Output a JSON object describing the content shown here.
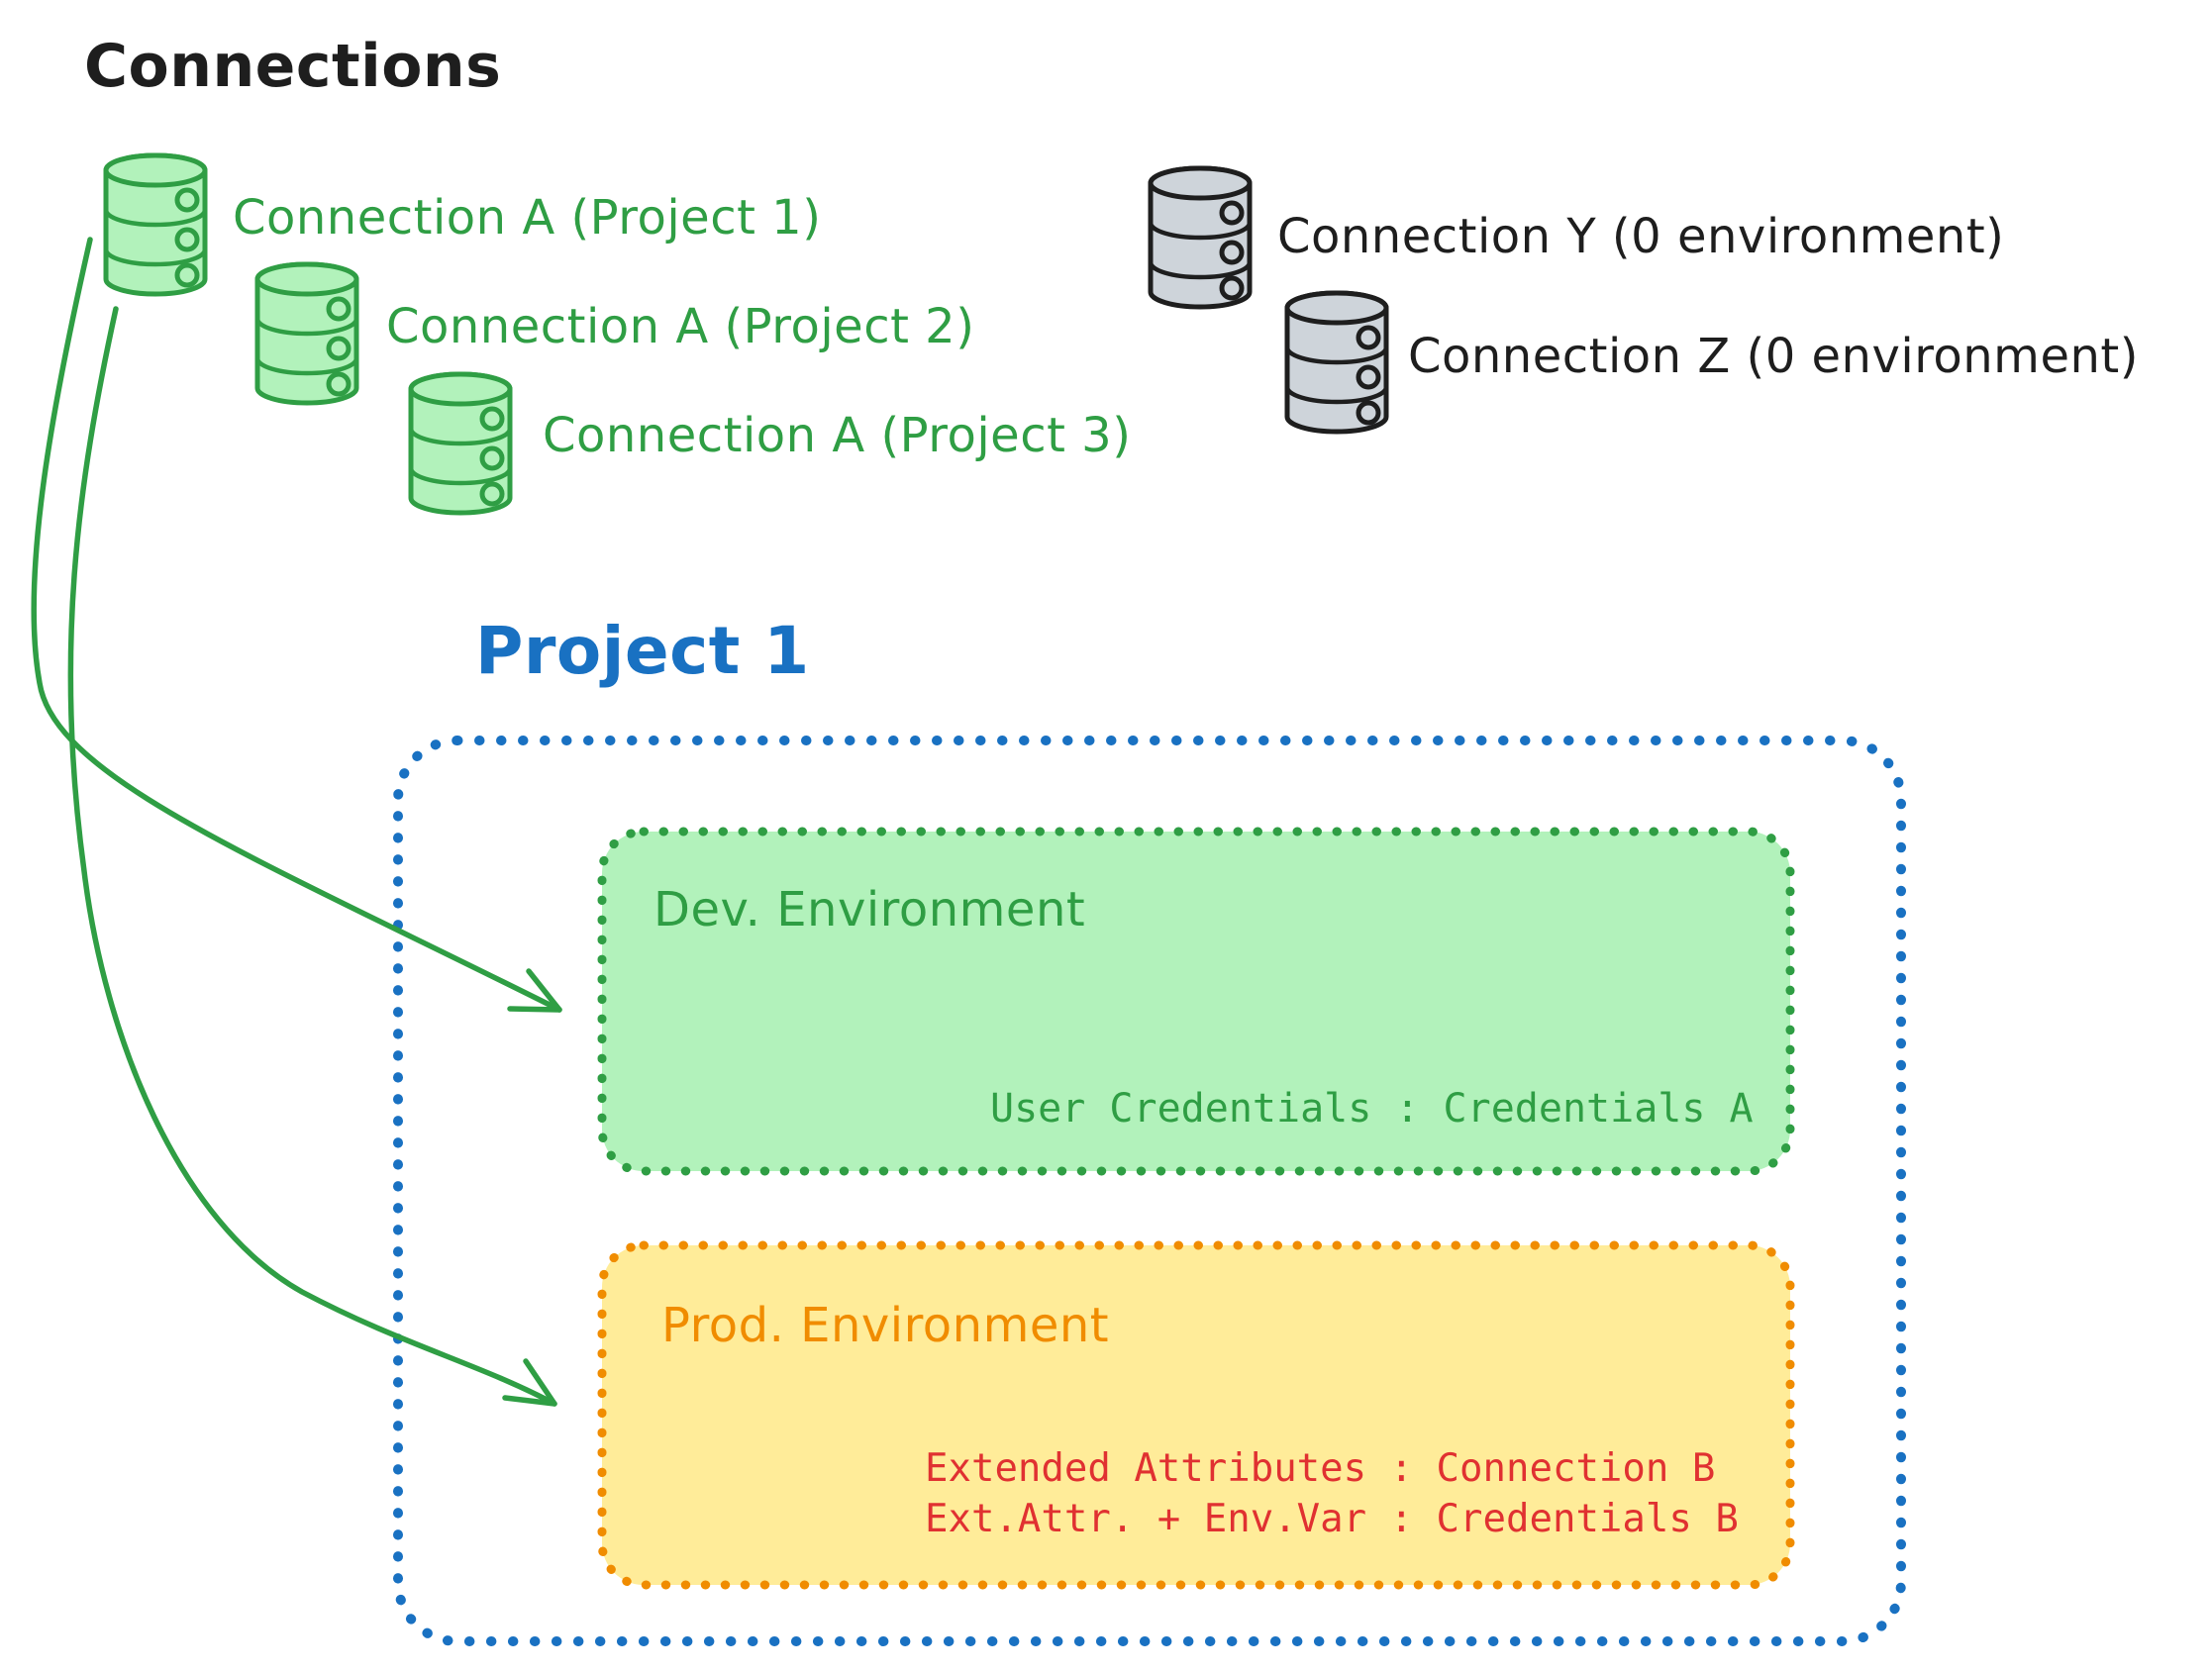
{
  "title": "Connections",
  "colors": {
    "green_stroke": "#2f9e44",
    "green_fill": "#b2f2bb",
    "gray_fill": "#ced4da",
    "black": "#1e1e1e",
    "blue": "#1971c2",
    "orange_stroke": "#f08c00",
    "orange_fill": "#ffec99",
    "red": "#e03131"
  },
  "connections": {
    "assigned": [
      {
        "label": "Connection A (Project 1)",
        "icon": "database-icon",
        "color": "#2f9e44"
      },
      {
        "label": "Connection A (Project 2)",
        "icon": "database-icon",
        "color": "#2f9e44"
      },
      {
        "label": "Connection A (Project 3)",
        "icon": "database-icon",
        "color": "#2f9e44"
      }
    ],
    "unassigned": [
      {
        "label": "Connection Y (0 environment)",
        "icon": "database-icon",
        "color": "#1e1e1e"
      },
      {
        "label": "Connection Z (0 environment)",
        "icon": "database-icon",
        "color": "#1e1e1e"
      }
    ]
  },
  "project": {
    "title": "Project 1",
    "environments": [
      {
        "name": "Dev. Environment",
        "theme": "green",
        "mappings": [
          "User Credentials : Credentials A"
        ]
      },
      {
        "name": "Prod. Environment",
        "theme": "orange",
        "mappings": [
          "Extended Attributes : Connection B",
          "Ext.Attr. + Env.Var : Credentials B"
        ]
      }
    ]
  },
  "arrows": [
    {
      "name": "connection-a-to-dev",
      "from": "Connection A",
      "to": "Dev. Environment"
    },
    {
      "name": "connection-a-to-prod",
      "from": "Connection A",
      "to": "Prod. Environment"
    }
  ]
}
